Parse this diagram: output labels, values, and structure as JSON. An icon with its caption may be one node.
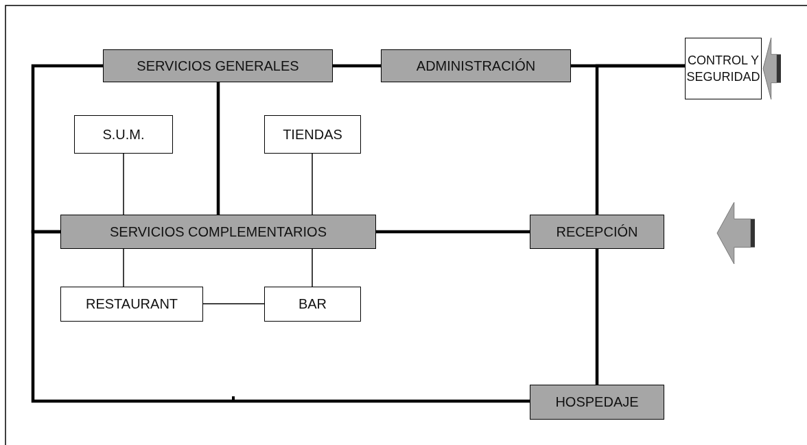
{
  "diagram": {
    "nodes": [
      {
        "text": [
          "SERVICIOS GENERALES"
        ]
      },
      {
        "text": [
          "ADMINISTRACIÓN"
        ]
      },
      {
        "text": [
          "CONTROL Y SEGURIDAD"
        ]
      },
      {
        "text": [
          "S.U.M."
        ]
      },
      {
        "text": [
          "TIENDAS"
        ]
      },
      {
        "text": [
          "SERVICIOS COMPLEMENTARIOS"
        ]
      },
      {
        "text": [
          "RECEPCIÓN"
        ]
      },
      {
        "text": [
          "RESTAURANT"
        ]
      },
      {
        "text": [
          "BAR"
        ]
      },
      {
        "text": [
          "HOSPEDAJE"
        ]
      }
    ],
    "edges": [
      {
        "from": 0,
        "to": 1,
        "arrow": "none"
      },
      {
        "from": 1,
        "to": 2,
        "arrow": "none"
      },
      {
        "from": 2,
        "to": 6,
        "arrow": "none"
      },
      {
        "from": 0,
        "to": 5,
        "arrow": "none"
      },
      {
        "from": 0,
        "to": 5,
        "arrow": "none"
      },
      {
        "from": 5,
        "to": 9,
        "arrow": "none"
      },
      {
        "from": 5,
        "to": 6,
        "arrow": "none"
      },
      {
        "from": 6,
        "to": 9,
        "arrow": "none"
      },
      {
        "from": 3,
        "to": 5,
        "arrow": "none"
      },
      {
        "from": 4,
        "to": 5,
        "arrow": "none"
      },
      {
        "from": 5,
        "to": 7,
        "arrow": "none"
      },
      {
        "from": 5,
        "to": 8,
        "arrow": "none"
      },
      {
        "from": 7,
        "to": 8,
        "arrow": "none"
      }
    ]
  }
}
